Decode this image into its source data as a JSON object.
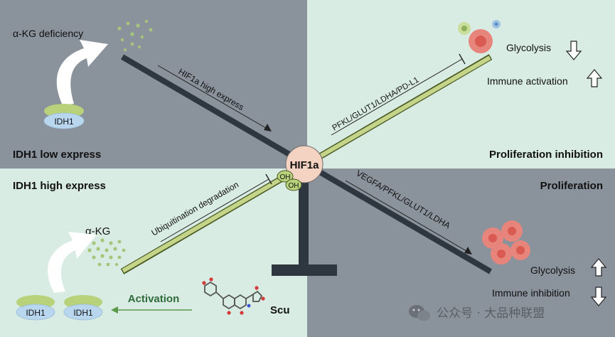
{
  "colors": {
    "gray_panel": "#8a929b",
    "mint_panel": "#d9ece3",
    "beam_dark": "#2e3640",
    "beam_green": "#c4d58a",
    "hif_circle": "#f4d3c2",
    "idh_green": "#b7d27b",
    "idh_blue": "#b9d6ef",
    "cell_red": "#e7857c"
  },
  "quadrants": {
    "top_left_title": "IDH1 low express",
    "top_right_title": "Proliferation inhibition",
    "bottom_left_title": "IDH1 high express",
    "bottom_right_title": "Proliferation"
  },
  "labels": {
    "akg_deficiency": "α-KG deficiency",
    "idh1": "IDH1",
    "hif1a_high_express": "HIF1a high express",
    "pfkl_pdl1": "PFKL/GLUT1/LDHA/PD-L1",
    "glycolysis": "Glycolysis",
    "immune_activation": "Immune activation",
    "hif1a": "HIF1a",
    "oh": "OH",
    "ubiquitination": "Ubiquitination degradation",
    "vegfa": "VEGFA/PFKL/GLUT1/LDHA",
    "akg": "α-KG",
    "activation": "Activation",
    "scu": "Scu",
    "immune_inhibition": "Immune inhibition",
    "watermark": "公众号 · 大品种联盟"
  },
  "icons": {
    "down_arrow": "hollow-down-arrow",
    "up_arrow": "hollow-up-arrow",
    "curved_arrow": "curved-white-arrow",
    "wechat": "wechat-logo"
  }
}
